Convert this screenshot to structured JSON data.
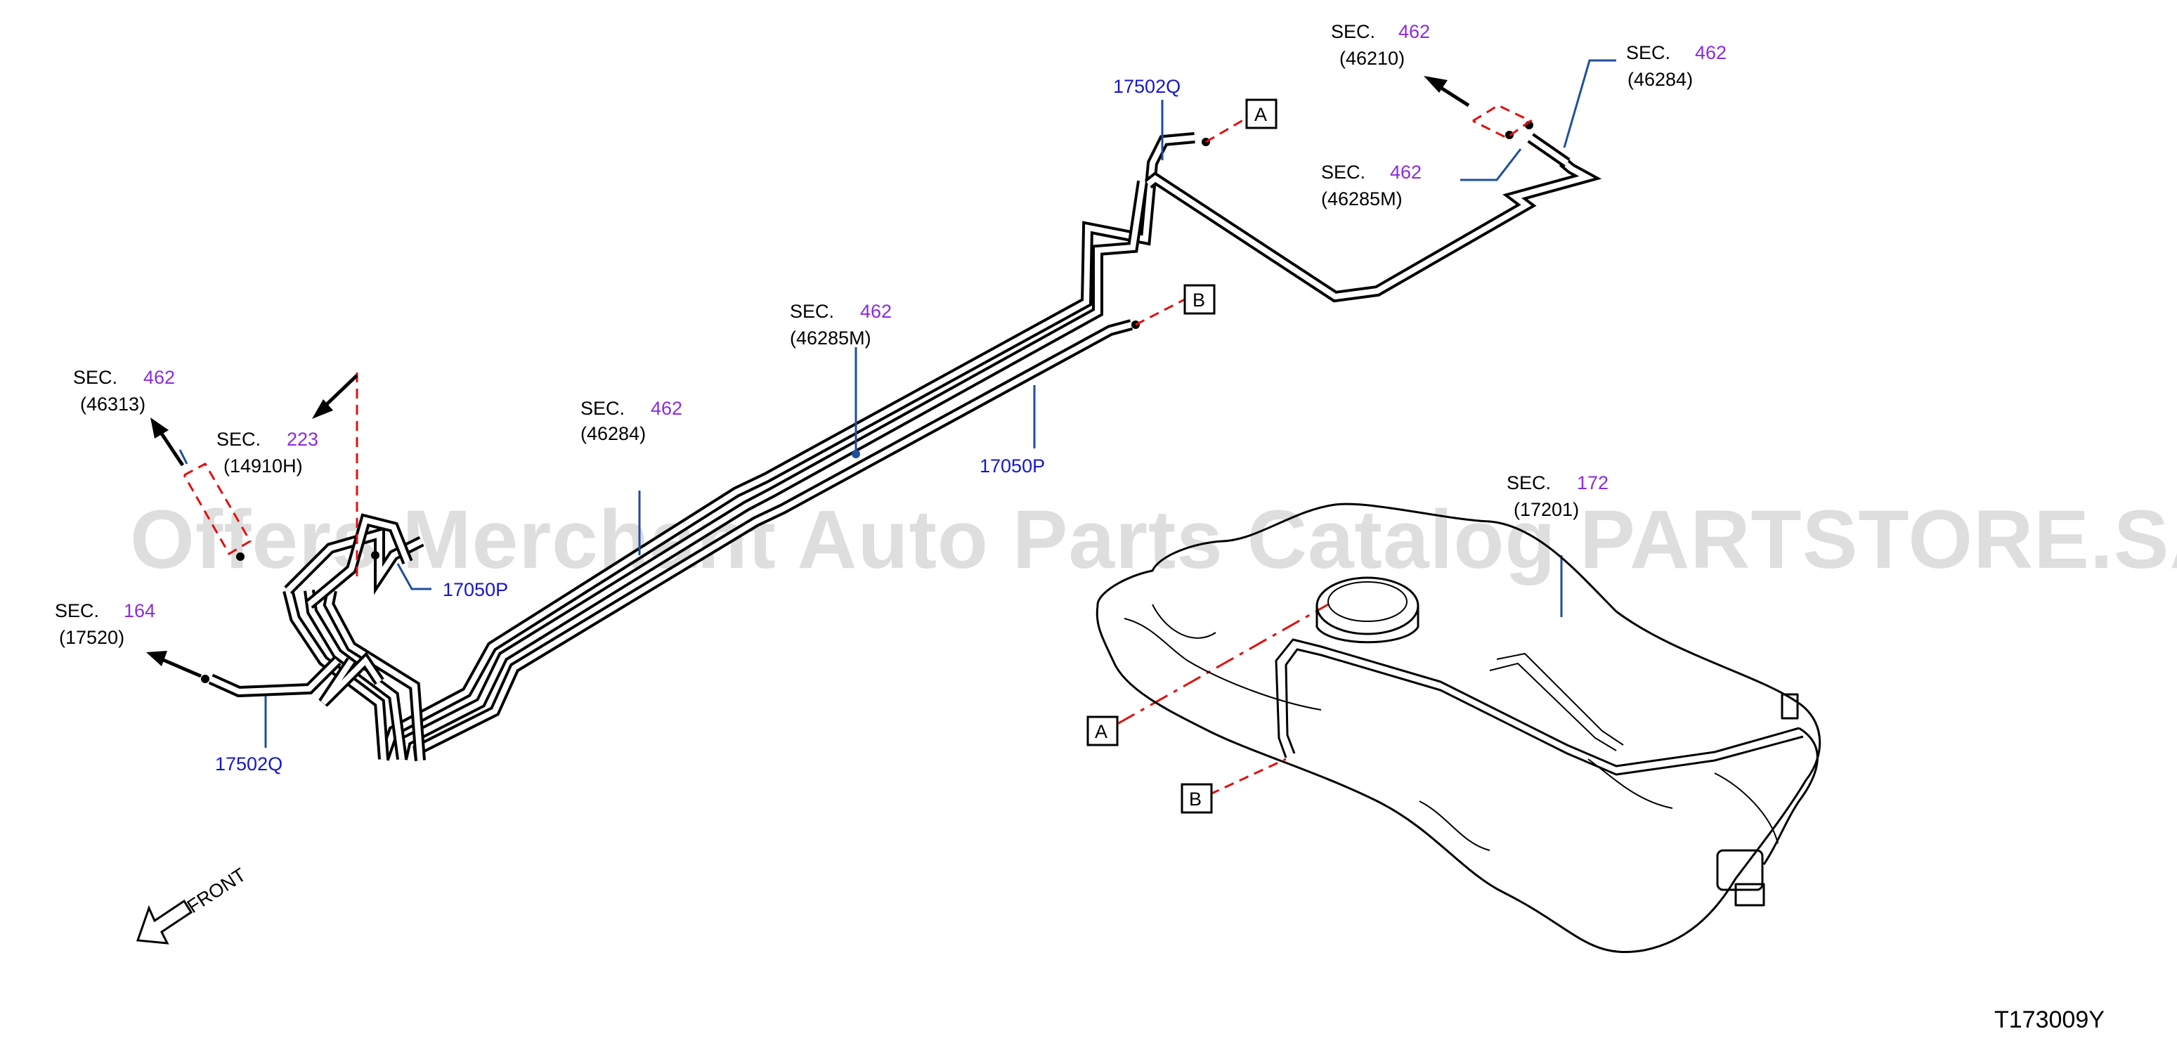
{
  "diagram": {
    "code": "T173009Y",
    "watermark": "Offers Merchant Auto Parts Catalog PARTSTORE.SA",
    "front_label": "FRONT",
    "colors": {
      "sec_number": "#8a2be2",
      "part_number": "#1515d0",
      "leader": "#1f4e9c",
      "connector": "#e01010"
    },
    "callouts": [
      {
        "sec": "SEC.",
        "num": "462",
        "ref": "(46210)"
      },
      {
        "sec": "SEC.",
        "num": "462",
        "ref": "(46284)"
      },
      {
        "sec": "SEC.",
        "num": "462",
        "ref": "(46285M)"
      },
      {
        "sec": "SEC.",
        "num": "462",
        "ref": "(46285M)"
      },
      {
        "sec": "SEC.",
        "num": "462",
        "ref": "(46284)"
      },
      {
        "sec": "SEC.",
        "num": "462",
        "ref": "(46313)"
      },
      {
        "sec": "SEC.",
        "num": "223",
        "ref": "(14910H)"
      },
      {
        "sec": "SEC.",
        "num": "164",
        "ref": "(17520)"
      },
      {
        "sec": "SEC.",
        "num": "172",
        "ref": "(17201)"
      }
    ],
    "parts": [
      "17502Q",
      "17050P",
      "17050P",
      "17502Q"
    ],
    "markers": [
      "A",
      "B",
      "A",
      "B"
    ]
  }
}
